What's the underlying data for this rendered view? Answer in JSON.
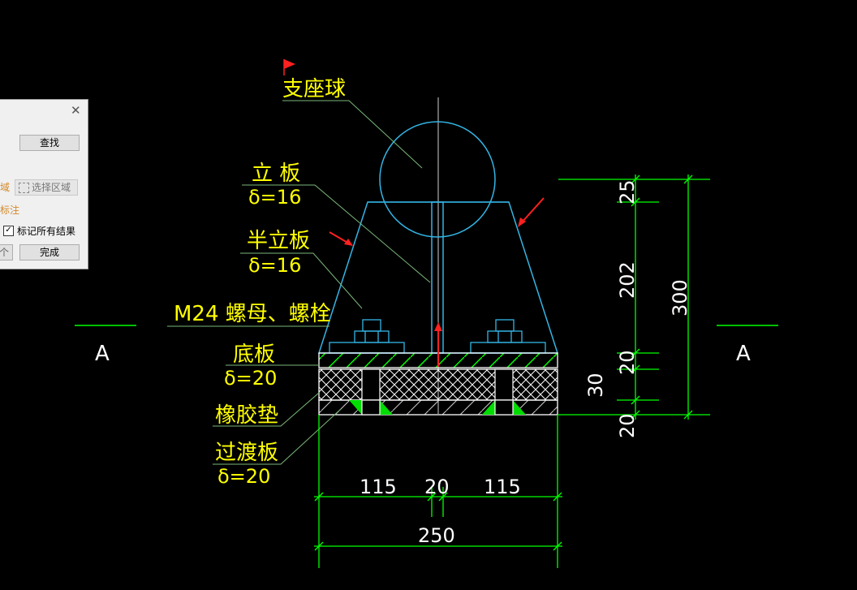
{
  "dialog": {
    "close_icon": "close-icon",
    "find_label": "查找",
    "area_prefix": "域",
    "select_area_label": "选择区域",
    "tag_label": "标注",
    "mark_all_label": "标记所有结果",
    "mark_all_checked": true,
    "prev_label": "个",
    "done_label": "完成"
  },
  "drawing": {
    "section_left": "A",
    "section_right": "A",
    "labels": {
      "ball": "支座球",
      "plate_name": "立  板",
      "plate_thk": "δ=16",
      "half_plate_name": "半立板",
      "half_plate_thk": "δ=16",
      "bolt": "M24 螺母、螺栓",
      "base_name": "底板",
      "base_thk": "δ=20",
      "rubber": "橡胶垫",
      "transition_name": "过渡板",
      "transition_thk": "δ=20"
    },
    "dims": {
      "v_25": "25",
      "v_202": "202",
      "v_300": "300",
      "v_20a": "20",
      "v_30": "30",
      "v_20b": "20",
      "h_115a": "115",
      "h_20": "20",
      "h_115b": "115",
      "h_250": "250"
    },
    "colors": {
      "background": "#000000",
      "structure": "#33b5e5",
      "text": "#ffff00",
      "dimension": "#00ff00",
      "leader": "#7ab87a",
      "hatch": "#ffffff",
      "fill": "#00dd00",
      "marker": "#ff2020"
    }
  }
}
